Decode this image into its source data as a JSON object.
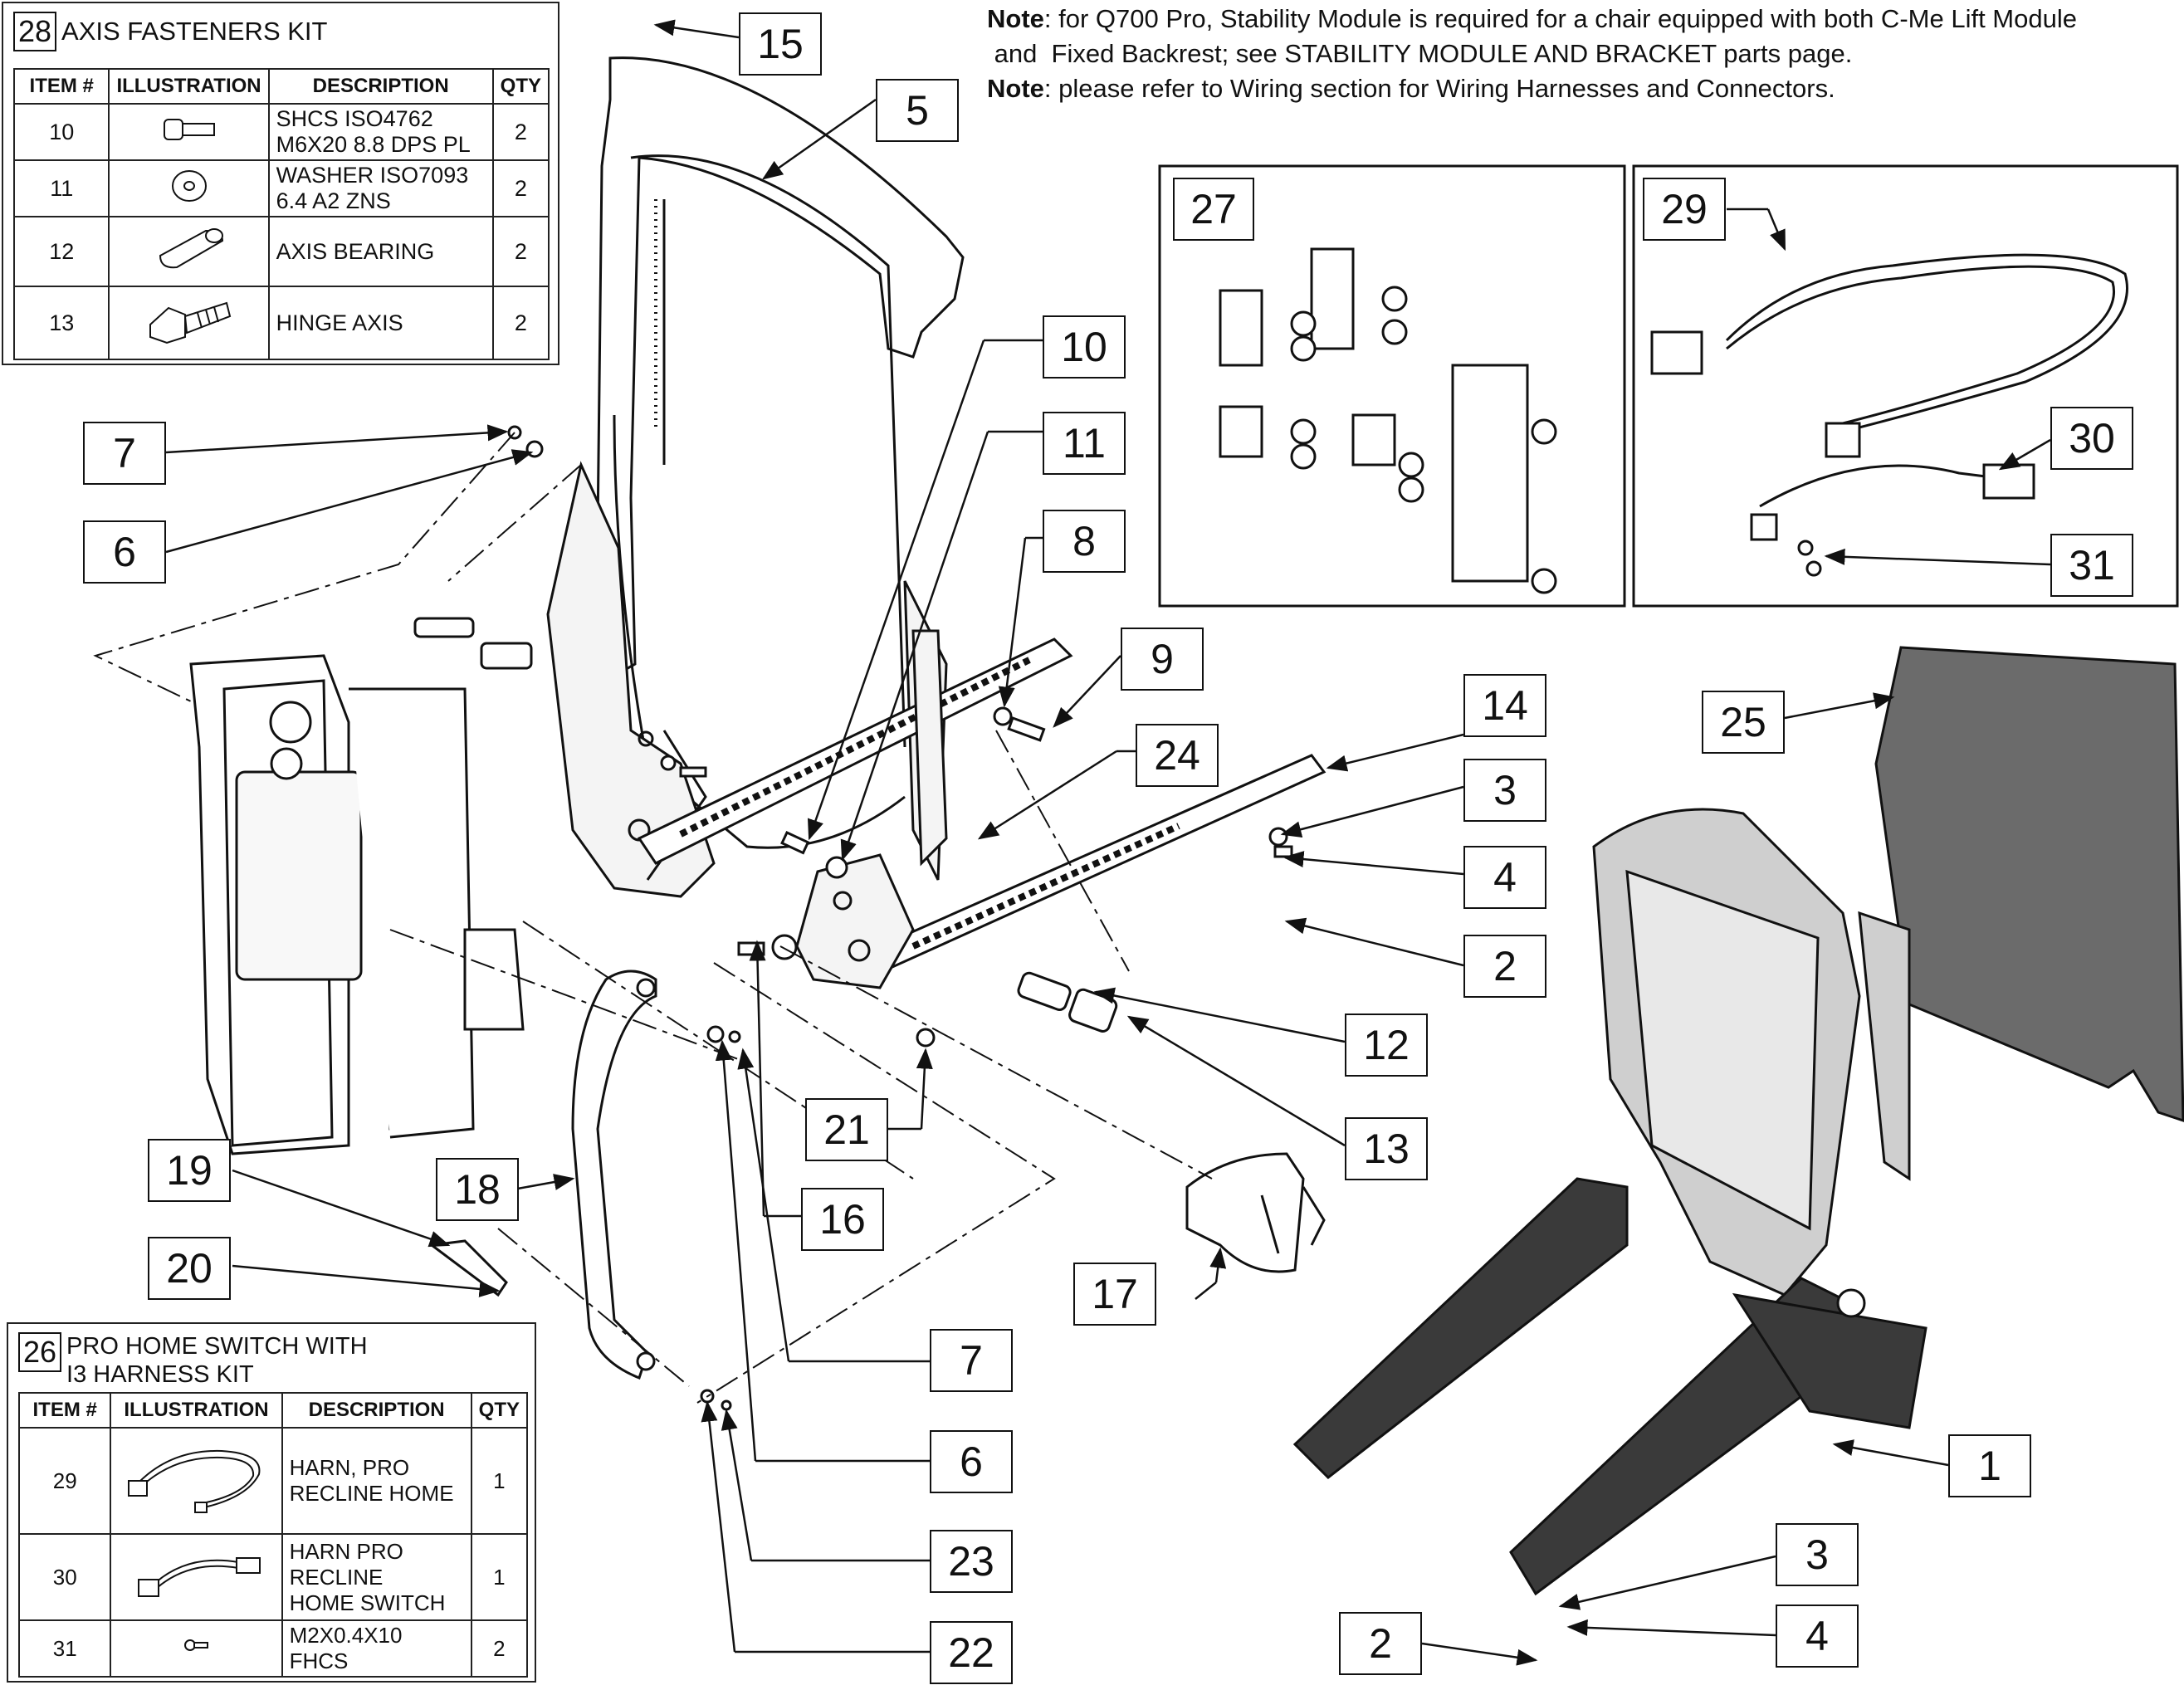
{
  "notes": [
    {
      "label": "Note",
      "text": ": for Q700 Pro, Stability Module is required for a chair equipped with both C-Me Lift Module"
    },
    {
      "label": "",
      "text": " and  Fixed Backrest; see STABILITY MODULE AND BRACKET parts page."
    },
    {
      "label": "Note",
      "text": ": please refer to Wiring section for Wiring Harnesses and Connectors."
    }
  ],
  "kit_axis": {
    "number": "28",
    "title": "AXIS FASTENERS KIT",
    "headers": {
      "item": "ITEM #",
      "illustration": "ILLUSTRATION",
      "description": "DESCRIPTION",
      "qty": "QTY"
    },
    "rows": [
      {
        "item": "10",
        "icon": "shcs-screw-icon",
        "desc1": "SHCS ISO4762",
        "desc2": "M6X20 8.8 DPS PL",
        "qty": "2"
      },
      {
        "item": "11",
        "icon": "washer-icon",
        "desc1": "WASHER ISO7093",
        "desc2": "6.4 A2 ZNS",
        "qty": "2"
      },
      {
        "item": "12",
        "icon": "axis-bearing-icon",
        "desc1": "AXIS BEARING",
        "desc2": "",
        "qty": "2"
      },
      {
        "item": "13",
        "icon": "hinge-axis-icon",
        "desc1": "HINGE AXIS",
        "desc2": "",
        "qty": "2"
      }
    ]
  },
  "kit_switch": {
    "number": "26",
    "title1": "PRO HOME SWITCH WITH",
    "title2": "I3 HARNESS KIT",
    "headers": {
      "item": "ITEM #",
      "illustration": "ILLUSTRATION",
      "description": "DESCRIPTION",
      "qty": "QTY"
    },
    "rows": [
      {
        "item": "29",
        "icon": "harness-cable-icon",
        "desc1": "HARN, PRO",
        "desc2": "RECLINE HOME",
        "desc3": "",
        "qty": "1"
      },
      {
        "item": "30",
        "icon": "switch-harness-icon",
        "desc1": "HARN PRO",
        "desc2": "RECLINE",
        "desc3": "HOME SWITCH",
        "qty": "1"
      },
      {
        "item": "31",
        "icon": "small-screw-icon",
        "desc1": "M2X0.4X10",
        "desc2": "FHCS",
        "desc3": "",
        "qty": "2"
      }
    ]
  },
  "inset_27": {
    "label": "27"
  },
  "inset_29": {
    "label": "29",
    "callouts": [
      "30",
      "31"
    ]
  },
  "callouts": {
    "c15": "15",
    "c5": "5",
    "c10": "10",
    "c11": "11",
    "c8": "8",
    "c9": "9",
    "c24": "24",
    "c14": "14",
    "c3a": "3",
    "c4a": "4",
    "c2a": "2",
    "c12": "12",
    "c13": "13",
    "c21": "21",
    "c16": "16",
    "c17": "17",
    "c7a": "7",
    "c6a": "6",
    "c7b": "7",
    "c6b": "6",
    "c23": "23",
    "c22": "22",
    "c19": "19",
    "c20": "20",
    "c18": "18",
    "c25": "25",
    "c1": "1",
    "c3b": "3",
    "c4b": "4",
    "c2b": "2"
  },
  "colors": {
    "line": "#111111",
    "dark_part": "#3a3a3a",
    "mid_part": "#6b6b6b",
    "light_part": "#cfcfcf"
  }
}
